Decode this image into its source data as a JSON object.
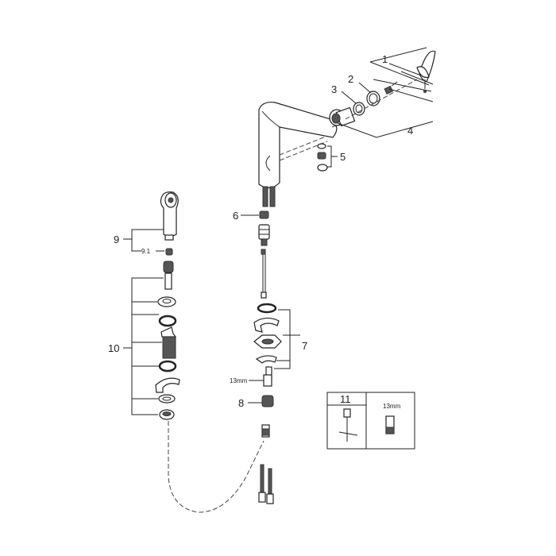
{
  "diagram": {
    "labels": {
      "p1": "1",
      "p2": "2",
      "p3": "3",
      "p4": "4",
      "p5": "5",
      "p6": "6",
      "p7": "7",
      "p8": "8",
      "p9": "9",
      "p9_1": "9.1",
      "p10": "10",
      "p11": "11"
    },
    "wrench_size_label": "13mm",
    "tool_box_size_label": "13mm"
  }
}
